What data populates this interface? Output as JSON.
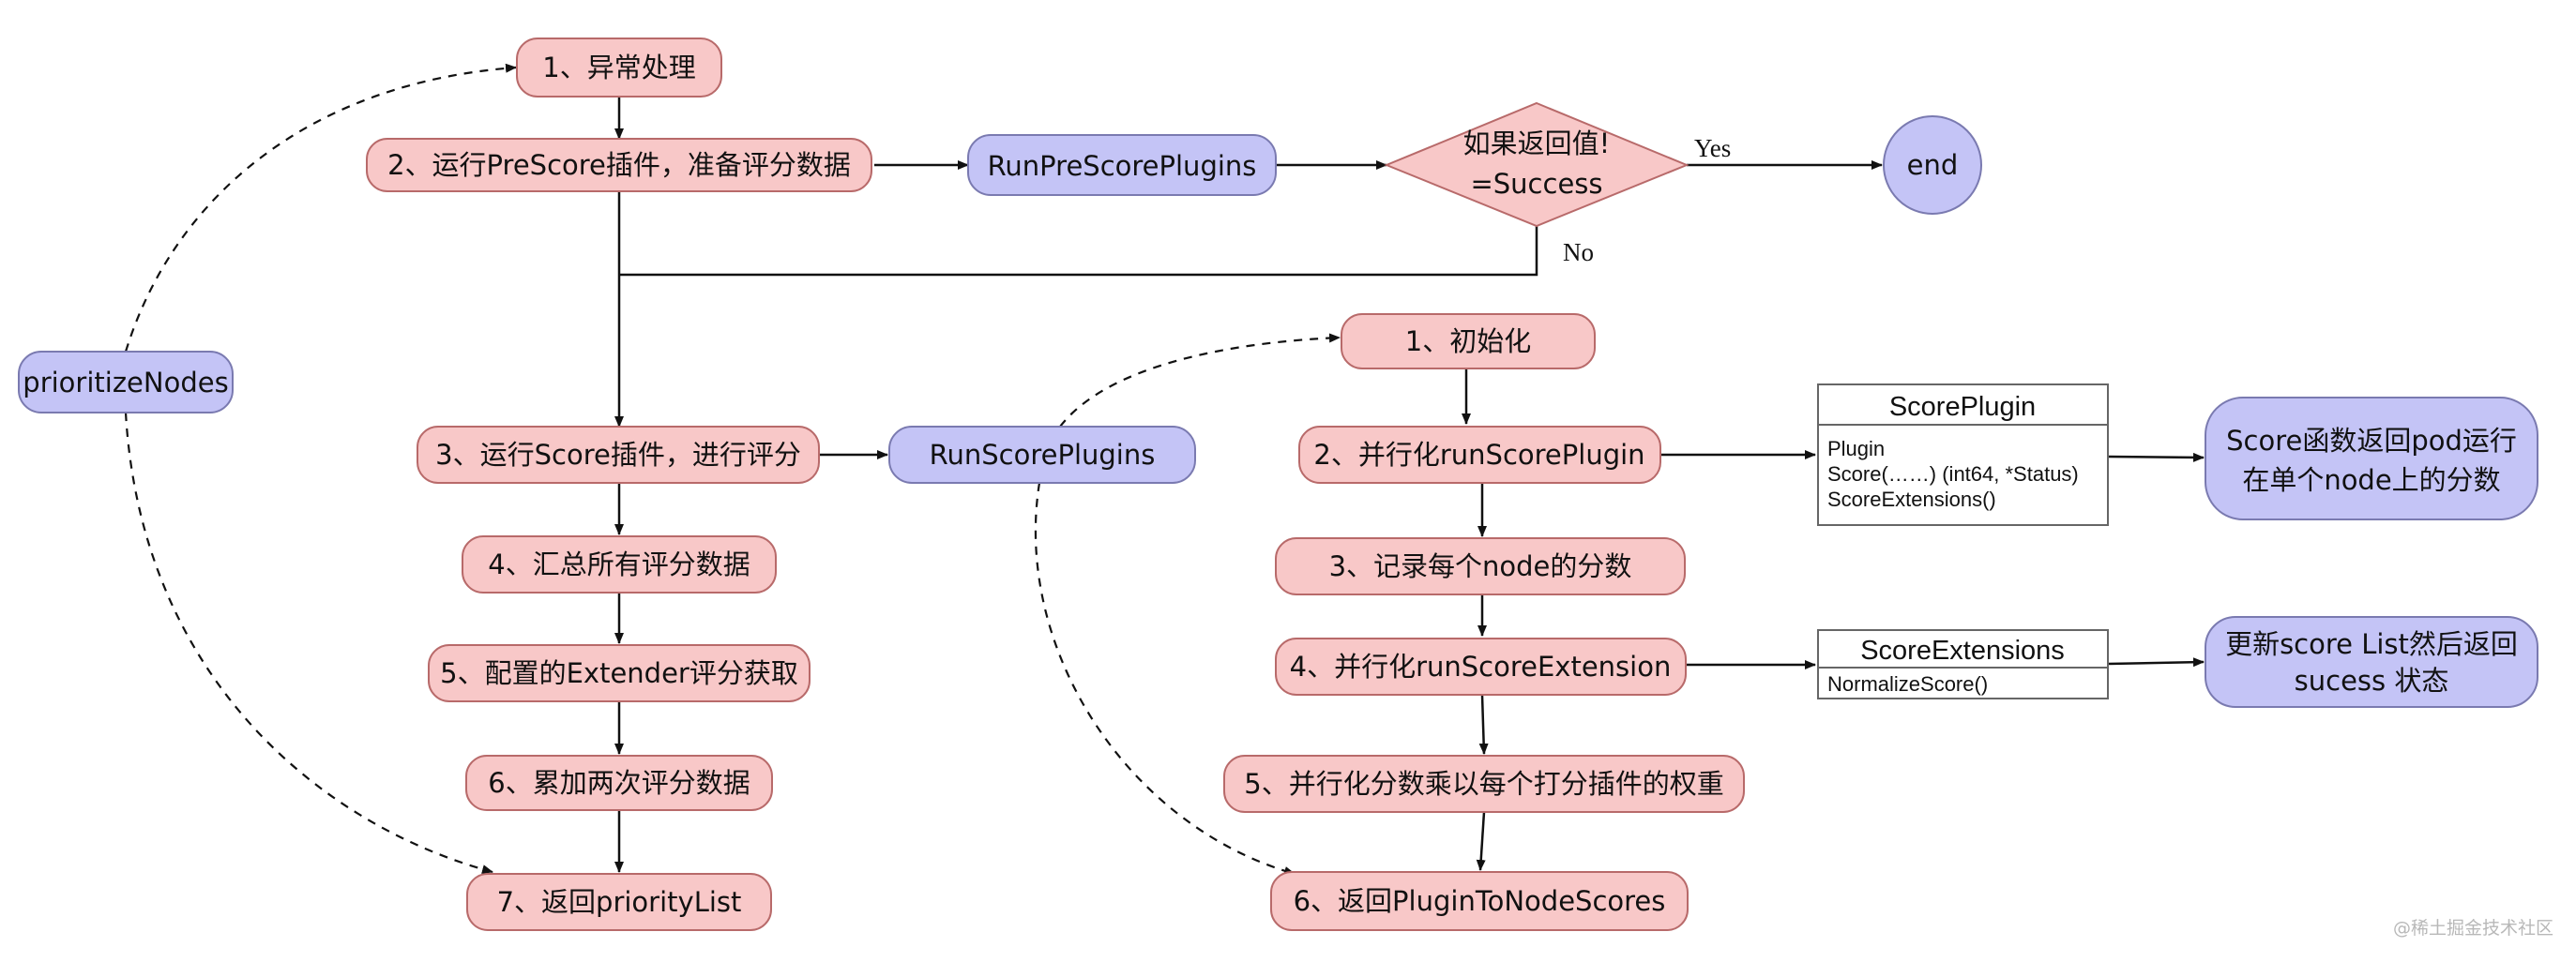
{
  "colors": {
    "step_fill": "#f8c8c8",
    "step_stroke": "#b86a6a",
    "function_fill": "#c4c4f6",
    "function_stroke": "#7a7ab0",
    "line": "#111111"
  },
  "nodes": {
    "prioritize_nodes": "prioritizeNodes",
    "step1": "1、异常处理",
    "step2": "2、运行PreScore插件，准备评分数据",
    "run_pre_score_plugins": "RunPreScorePlugins",
    "decision_line1": "如果返回值!",
    "decision_line2": "=Success",
    "end": "end",
    "step3": "3、运行Score插件，进行评分",
    "run_score_plugins": "RunScorePlugins",
    "step4": "4、汇总所有评分数据",
    "step5": "5、配置的Extender评分获取",
    "step6": "6、累加两次评分数据",
    "step7": "7、返回priorityList",
    "inner1": "1、初始化",
    "inner2": "2、并行化runScorePlugin",
    "inner3": "3、记录每个node的分数",
    "inner4": "4、并行化runScoreExtension",
    "inner5": "5、并行化分数乘以每个打分插件的权重",
    "inner6": "6、返回PluginToNodeScores",
    "score_result_line1": "Score函数返回pod运行",
    "score_result_line2": "在单个node上的分数",
    "extension_result_line1": "更新score List然后返回",
    "extension_result_line2": "sucess 状态"
  },
  "labels": {
    "yes": "Yes",
    "no": "No"
  },
  "score_plugin": {
    "title": "ScorePlugin",
    "items": [
      "Plugin",
      "Score(……) (int64, *Status)",
      "ScoreExtensions()"
    ]
  },
  "score_extensions": {
    "title": "ScoreExtensions",
    "items": [
      "NormalizeScore()"
    ]
  },
  "watermark": "@稀土掘金技术社区"
}
